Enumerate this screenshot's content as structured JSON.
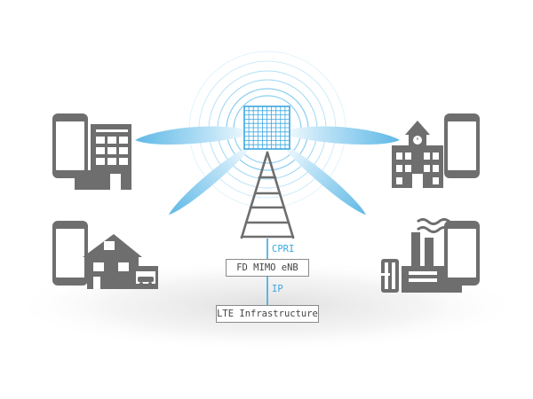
{
  "colors": {
    "icon_gray": "#6e6e6e",
    "beam_blue": "#5fb8e6",
    "ring_blue": "#7cc9ee",
    "link_blue": "#3aa7e0",
    "box_border": "#8a8a8a"
  },
  "icons": {
    "top_left": [
      "phone-icon",
      "office-building-icon"
    ],
    "mid_left": [
      "phone-icon",
      "house-with-car-icon"
    ],
    "top_right": [
      "school-building-icon",
      "phone-icon"
    ],
    "mid_right": [
      "factory-icon",
      "phone-icon"
    ],
    "center": [
      "antenna-array-icon",
      "cell-tower-icon"
    ]
  },
  "links": {
    "cpri": "CPRI",
    "ip": "IP"
  },
  "nodes": {
    "enb": "FD MIMO eNB",
    "lte": "LTE Infrastructure"
  }
}
